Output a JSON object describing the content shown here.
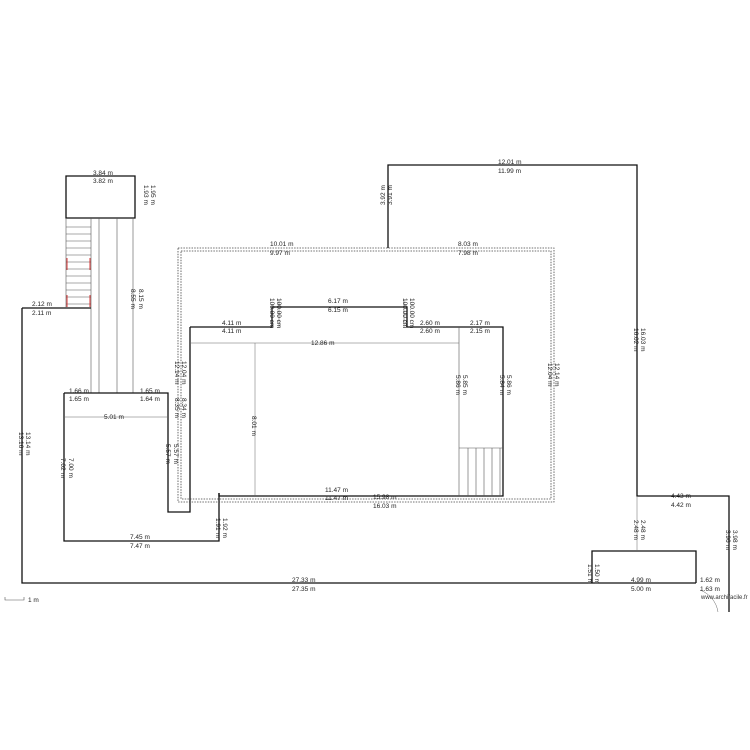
{
  "plan": {
    "dimensions": {
      "d01": "3.84 m",
      "d02": "3.82 m",
      "d03": "1.93 m",
      "d04": "1.95 m",
      "d05": "2.12 m",
      "d06": "2.11 m",
      "d07": "8.55 m",
      "d08": "8.15 m",
      "d09": "1.66 m",
      "d10": "1.65 m",
      "d11": "1.65 m",
      "d12": "1.64 m",
      "d13": "5.01 m",
      "d14": "13.16 m",
      "d15": "13.14 m",
      "d16": "7.02 m",
      "d17": "7.00 m",
      "d18": "8.35 m",
      "d19": "8.34 m",
      "d20": "7.45 m",
      "d21": "7.47 m",
      "d22": "1.91 m",
      "d23": "1.92 m",
      "d24": "5.57 m",
      "d25": "5.57 m",
      "d26": "12.14 m",
      "d27": "12.04 m",
      "d28": "10.01 m",
      "d29": "9.97 m",
      "d30": "8.03 m",
      "d31": "7.98 m",
      "d32": "3.92 m",
      "d33": "3.91 m",
      "d34": "12.01 m",
      "d35": "11.99 m",
      "d36": "6.17 m",
      "d37": "6.15 m",
      "d38": "100.00 cm",
      "d39": "100.00 cm",
      "d40": "100.00 cm",
      "d41": "100.00 cm",
      "d42": "4.11 m",
      "d43": "4.11 m",
      "d44": "2.60 m",
      "d45": "2.60 m",
      "d46": "2.17 m",
      "d47": "2.15 m",
      "d48": "12.86 m",
      "d49": "8.01 m",
      "d50": "5.86 m",
      "d51": "5.85 m",
      "d52": "5.84 m",
      "d53": "5.86 m",
      "d54": "12.04 m",
      "d55": "12.14 m",
      "d56": "11.47 m",
      "d57": "11.47 m",
      "d58": "15.98 m",
      "d59": "16.03 m",
      "d60": "16.02 m",
      "d61": "16.03 m",
      "d62": "4.43 m",
      "d63": "4.42 m",
      "d64": "2.48 m",
      "d65": "2.48 m",
      "d66": "3.96 m",
      "d67": "3.98 m",
      "d68": "1.51 m",
      "d69": "1.50 m",
      "d70": "27.33 m",
      "d71": "27.35 m",
      "d72": "4.99 m",
      "d73": "5.00 m",
      "d74": "1.62 m",
      "d75": "1.63 m"
    },
    "scale_label": "1 m",
    "watermark": "www.archifacile.fr"
  }
}
